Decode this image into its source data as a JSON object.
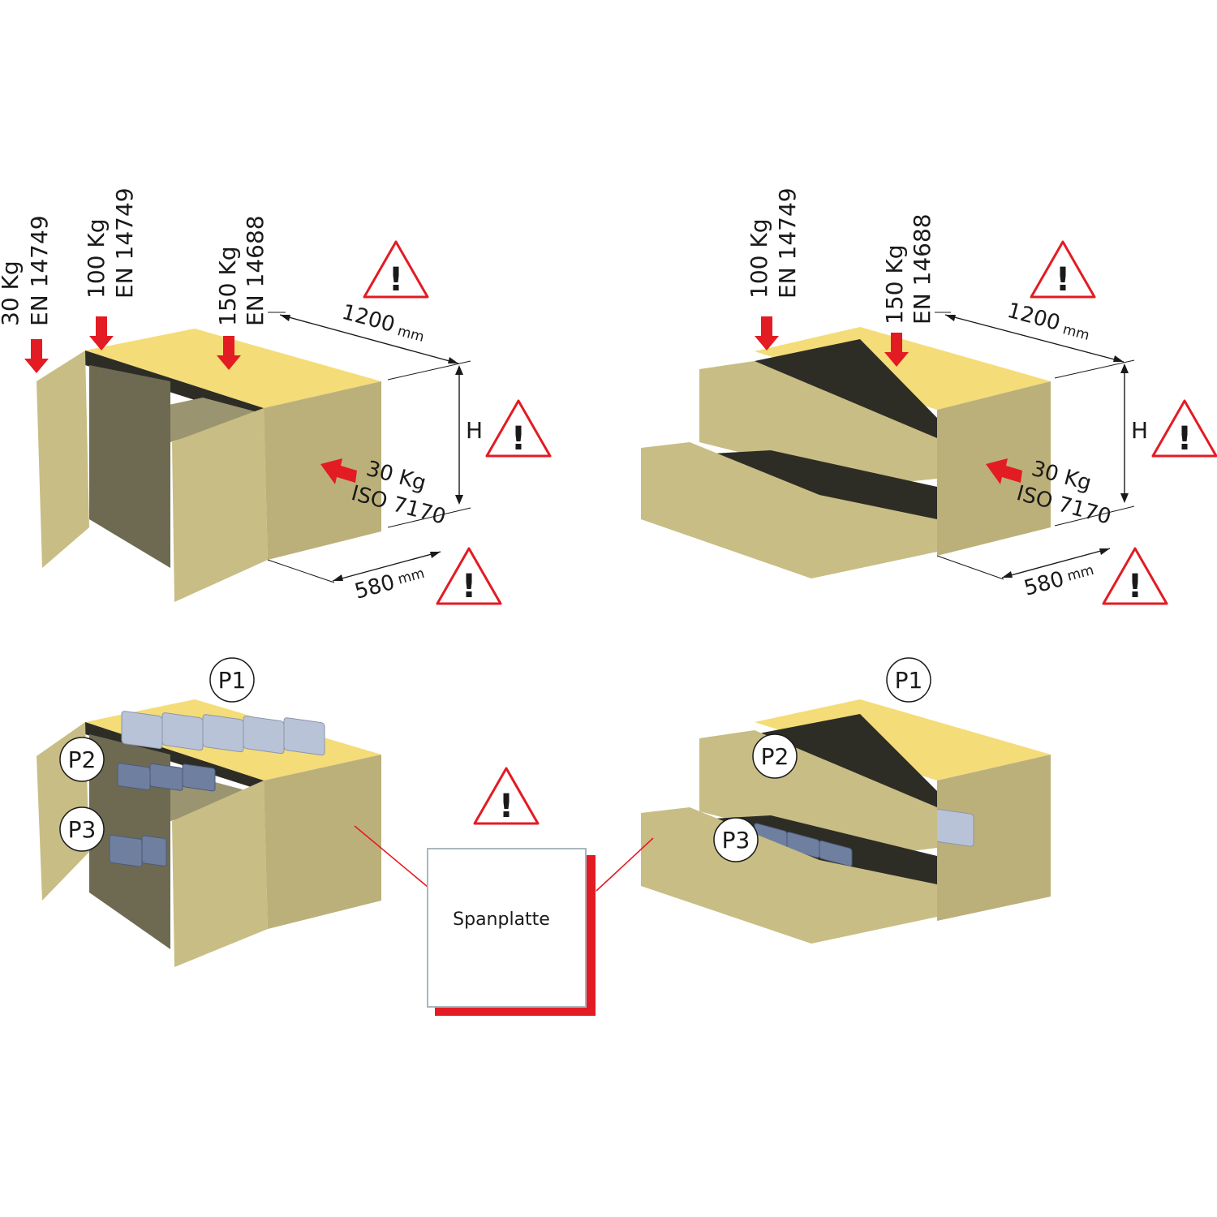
{
  "top_left": {
    "load_30": {
      "value": "30 Kg",
      "standard": "EN 14749"
    },
    "load_100": {
      "value": "100 Kg",
      "standard": "EN 14749"
    },
    "load_150": {
      "value": "150 Kg",
      "standard": "EN 14688"
    },
    "width": {
      "value": "1200",
      "unit": "mm"
    },
    "height": "H",
    "depth": {
      "value": "580",
      "unit": "mm"
    },
    "side_load": {
      "value": "30 Kg",
      "standard": "ISO 7170"
    }
  },
  "top_right": {
    "load_100": {
      "value": "100 Kg",
      "standard": "EN 14749"
    },
    "load_150": {
      "value": "150 Kg",
      "standard": "EN 14688"
    },
    "width": {
      "value": "1200",
      "unit": "mm"
    },
    "height": "H",
    "depth": {
      "value": "580",
      "unit": "mm"
    },
    "side_load": {
      "value": "30 Kg",
      "standard": "ISO 7170"
    }
  },
  "bottom_left": {
    "p1": "P1",
    "p2": "P2",
    "p3": "P3"
  },
  "bottom_right": {
    "p1": "P1",
    "p2": "P2",
    "p3": "P3"
  },
  "material_label": "Spanplatte",
  "warning_symbol": "!",
  "colors": {
    "accent": "#e31b23",
    "panel": "#c8bd84",
    "top": "#f4dc78"
  }
}
